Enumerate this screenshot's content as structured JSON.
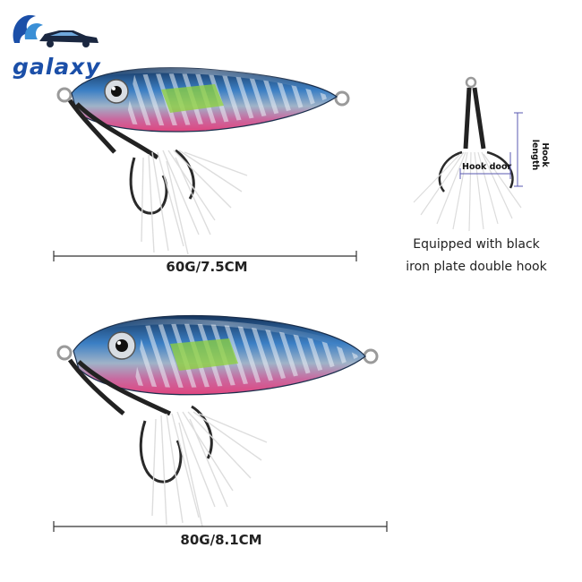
{
  "brand": {
    "name": "galaxy",
    "color": "#1b4fa8",
    "icon": "car-wave-logo-icon"
  },
  "products": [
    {
      "size_label": "60G/7.5CM"
    },
    {
      "size_label": "80G/8.1CM"
    }
  ],
  "hook_detail": {
    "door_label": "Hook door",
    "length_label": "Hook length",
    "caption_line1": "Equipped with black",
    "caption_line2": "iron plate double hook"
  },
  "colors": {
    "lure_back": "#1f4f86",
    "lure_belly": "#e0457f",
    "dimension_line": "#333333",
    "hook_metal": "#2a2a2a",
    "feather": "#dcdcdc"
  }
}
